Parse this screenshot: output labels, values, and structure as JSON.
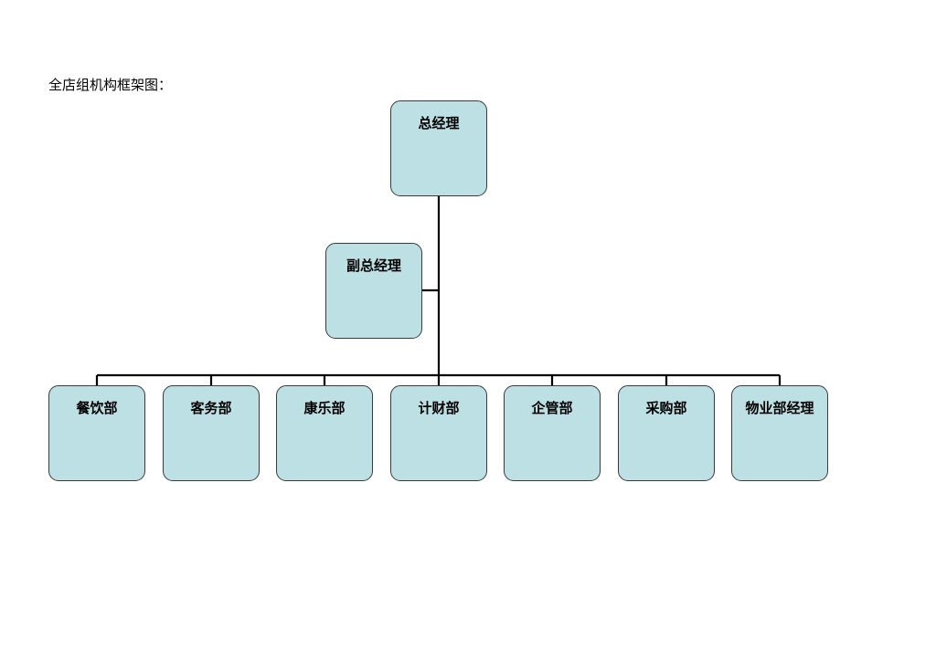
{
  "page": {
    "title": "全店组机构框架图："
  },
  "colors": {
    "node_fill": "#bde0e4",
    "line": "#000000"
  },
  "org_chart": {
    "root": {
      "label": "总经理"
    },
    "assistant": {
      "label": "副总经理"
    },
    "departments": [
      {
        "label": "餐饮部"
      },
      {
        "label": "客务部"
      },
      {
        "label": "康乐部"
      },
      {
        "label": "计财部"
      },
      {
        "label": "企管部"
      },
      {
        "label": "采购部"
      },
      {
        "label": "物业部经理"
      }
    ]
  }
}
